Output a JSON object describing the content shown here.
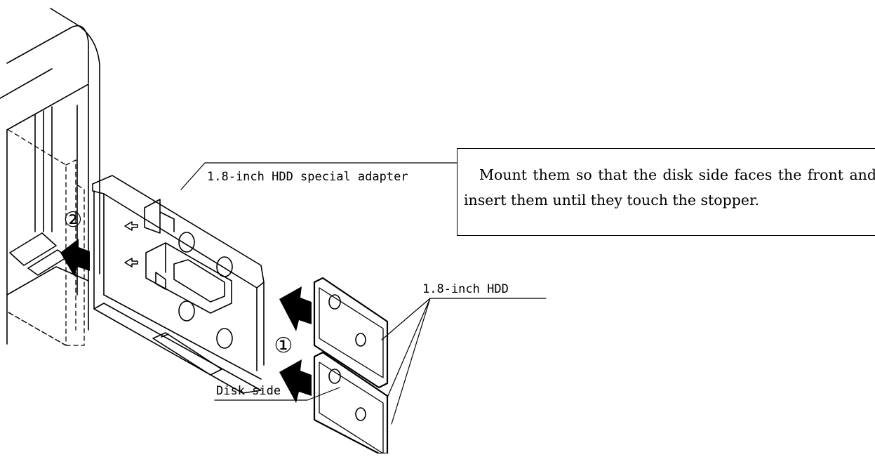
{
  "labels": {
    "adapter": "1.8-inch HDD special adapter",
    "hdd": "1.8-inch HDD",
    "disk_side": "Disk side",
    "step1": "①",
    "step2": "②"
  },
  "note": {
    "text": "Mount them so that the disk side faces the front and insert them until they touch the stopper."
  }
}
